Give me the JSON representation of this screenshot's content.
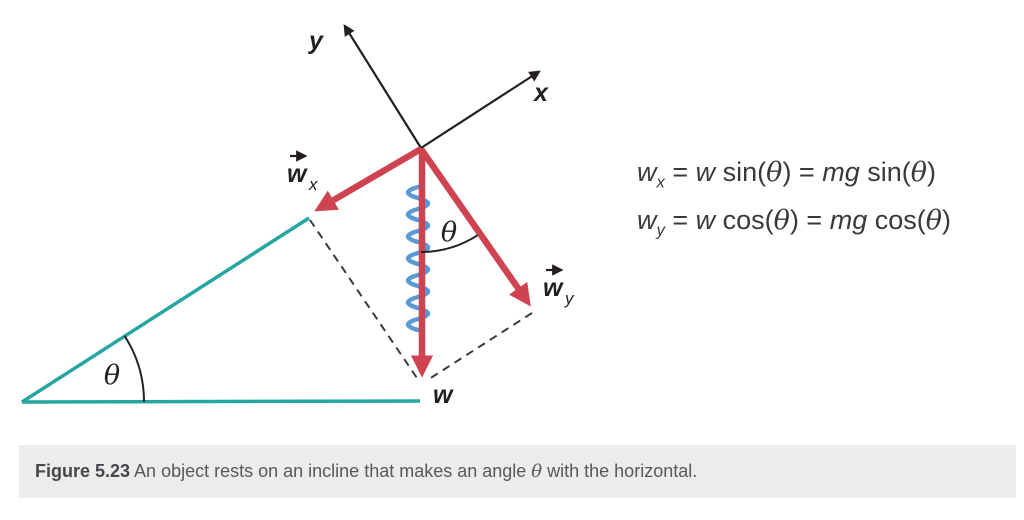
{
  "diagram": {
    "axes": {
      "x_label": "x",
      "y_label": "y"
    },
    "incline": {
      "angle_label": "θ"
    },
    "vectors": {
      "weight": {
        "label": "w"
      },
      "weight_x": {
        "label": "w",
        "subscript": "x"
      },
      "weight_y": {
        "label": "w",
        "subscript": "y"
      },
      "angle_label": "θ"
    },
    "colors": {
      "incline_teal": "#26a6a3",
      "vector_red": "#cf4351",
      "spring_blue": "#5b9bd5",
      "axis_black": "#231f20",
      "dashed_gray": "#3a3a3a",
      "arc_black": "#222222"
    }
  },
  "equations": {
    "line1": {
      "var": "w",
      "sub": "x",
      "eq": " = ",
      "t1": "w",
      "fn1": " sin(",
      "th1": "θ",
      "c1": ") = ",
      "t2": "mg",
      "fn2": " sin(",
      "th2": "θ",
      "c2": ")"
    },
    "line2": {
      "var": "w",
      "sub": "y",
      "eq": " = ",
      "t1": "w",
      "fn1": " cos(",
      "th1": "θ",
      "c1": ") = ",
      "t2": "mg",
      "fn2": " cos(",
      "th2": "θ",
      "c2": ")"
    }
  },
  "caption": {
    "label": "Figure 5.23",
    "before": " An object rests on an incline that makes an angle ",
    "theta": "θ",
    "after": " with the horizontal."
  }
}
